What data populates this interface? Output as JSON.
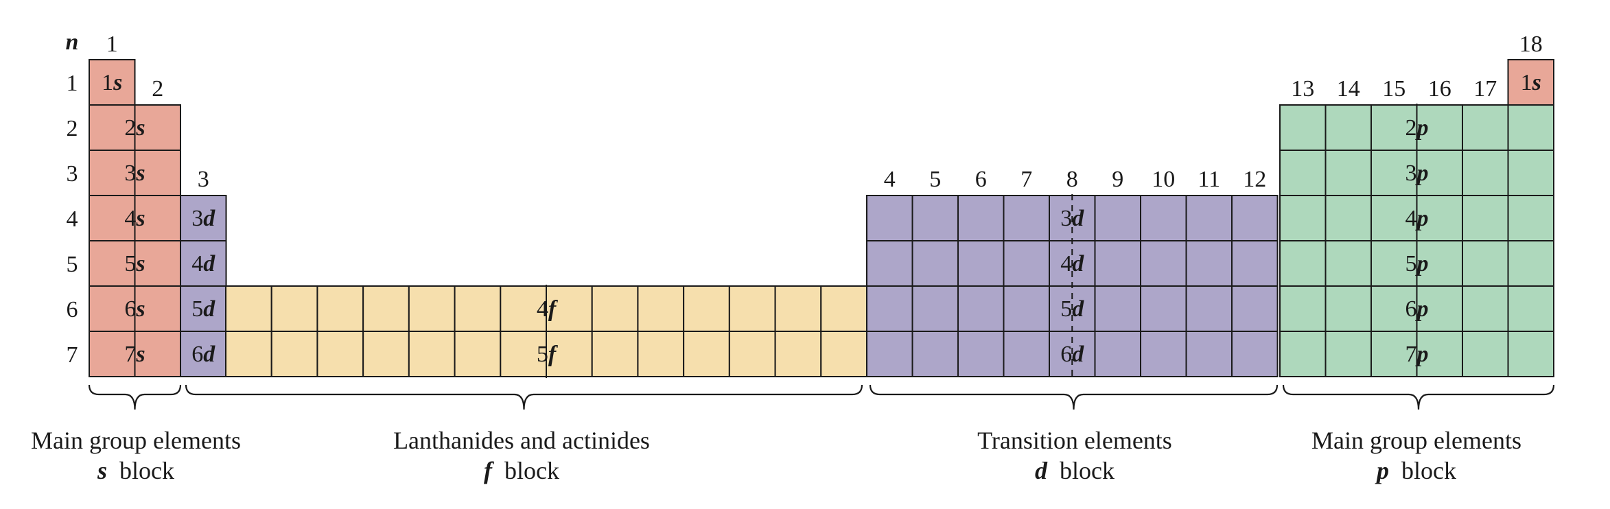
{
  "colors": {
    "s_block": "#e8a798",
    "p_block": "#aed8bc",
    "d_block": "#ada6c9",
    "f_block": "#f6dfad",
    "line": "#1a1a1a"
  },
  "period_header": "n",
  "periods": [
    "1",
    "2",
    "3",
    "4",
    "5",
    "6",
    "7"
  ],
  "group_labels": {
    "g1": "1",
    "g2": "2",
    "g3": "3",
    "d_groups": [
      "4",
      "5",
      "6",
      "7",
      "8",
      "9",
      "10",
      "11",
      "12"
    ],
    "p_groups": [
      "13",
      "14",
      "15",
      "16",
      "17"
    ],
    "g18": "18"
  },
  "subshells": {
    "s": [
      {
        "num": "1",
        "orb": "s"
      },
      {
        "num": "2",
        "orb": "s"
      },
      {
        "num": "3",
        "orb": "s"
      },
      {
        "num": "4",
        "orb": "s"
      },
      {
        "num": "5",
        "orb": "s"
      },
      {
        "num": "6",
        "orb": "s"
      },
      {
        "num": "7",
        "orb": "s"
      }
    ],
    "he": {
      "num": "1",
      "orb": "s"
    },
    "d_left": [
      {
        "num": "3",
        "orb": "d"
      },
      {
        "num": "4",
        "orb": "d"
      },
      {
        "num": "5",
        "orb": "d"
      },
      {
        "num": "6",
        "orb": "d"
      }
    ],
    "f": [
      {
        "num": "4",
        "orb": "f"
      },
      {
        "num": "5",
        "orb": "f"
      }
    ],
    "d_main": [
      {
        "num": "3",
        "orb": "d"
      },
      {
        "num": "4",
        "orb": "d"
      },
      {
        "num": "5",
        "orb": "d"
      },
      {
        "num": "6",
        "orb": "d"
      }
    ],
    "p": [
      {
        "num": "2",
        "orb": "p"
      },
      {
        "num": "3",
        "orb": "p"
      },
      {
        "num": "4",
        "orb": "p"
      },
      {
        "num": "5",
        "orb": "p"
      },
      {
        "num": "6",
        "orb": "p"
      },
      {
        "num": "7",
        "orb": "p"
      }
    ]
  },
  "captions": [
    {
      "title": "Main group elements",
      "orb": "s",
      "word": "block"
    },
    {
      "title": "Lanthanides and actinides",
      "orb": "f",
      "word": "block"
    },
    {
      "title": "Transition elements",
      "orb": "d",
      "word": "block"
    },
    {
      "title": "Main group elements",
      "orb": "p",
      "word": "block"
    }
  ]
}
